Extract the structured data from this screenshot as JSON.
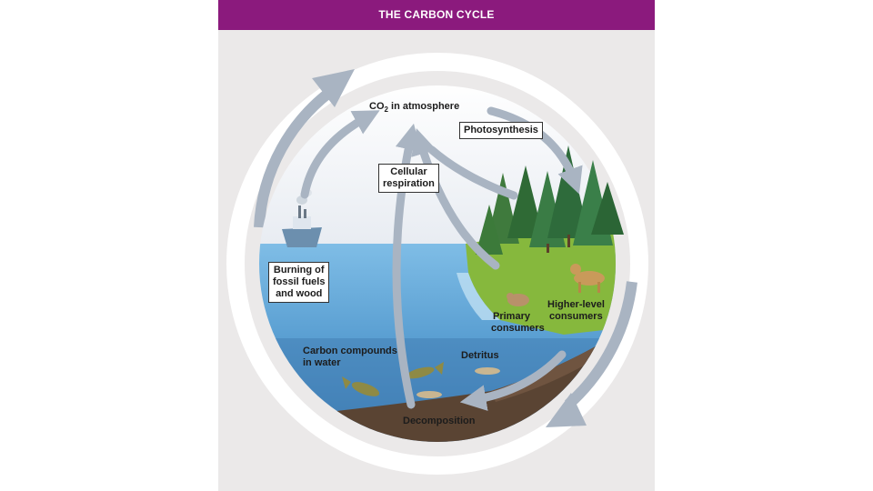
{
  "title": "THE CARBON CYCLE",
  "labels": {
    "co2_main": "CO",
    "co2_sub": "2",
    "co2_rest": " in atmosphere",
    "photosynthesis": "Photosynthesis",
    "cellular_line1": "Cellular",
    "cellular_line2": "respiration",
    "burning_line1": "Burning of",
    "burning_line2": "fossil fuels",
    "burning_line3": "and wood",
    "primary_line1": "Primary",
    "primary_line2": "consumers",
    "higher_line1": "Higher-level",
    "higher_line2": "consumers",
    "carbon_line1": "Carbon compounds",
    "carbon_line2": "in water",
    "detritus": "Detritus",
    "decomposition": "Decomposition"
  },
  "colors": {
    "title_bar": "#8b1a7d",
    "arrow": "#a9b4c2",
    "water": "#6aa9d8",
    "sky": "#eef1f5",
    "grass": "#7db33a",
    "soil": "#5a4433"
  }
}
